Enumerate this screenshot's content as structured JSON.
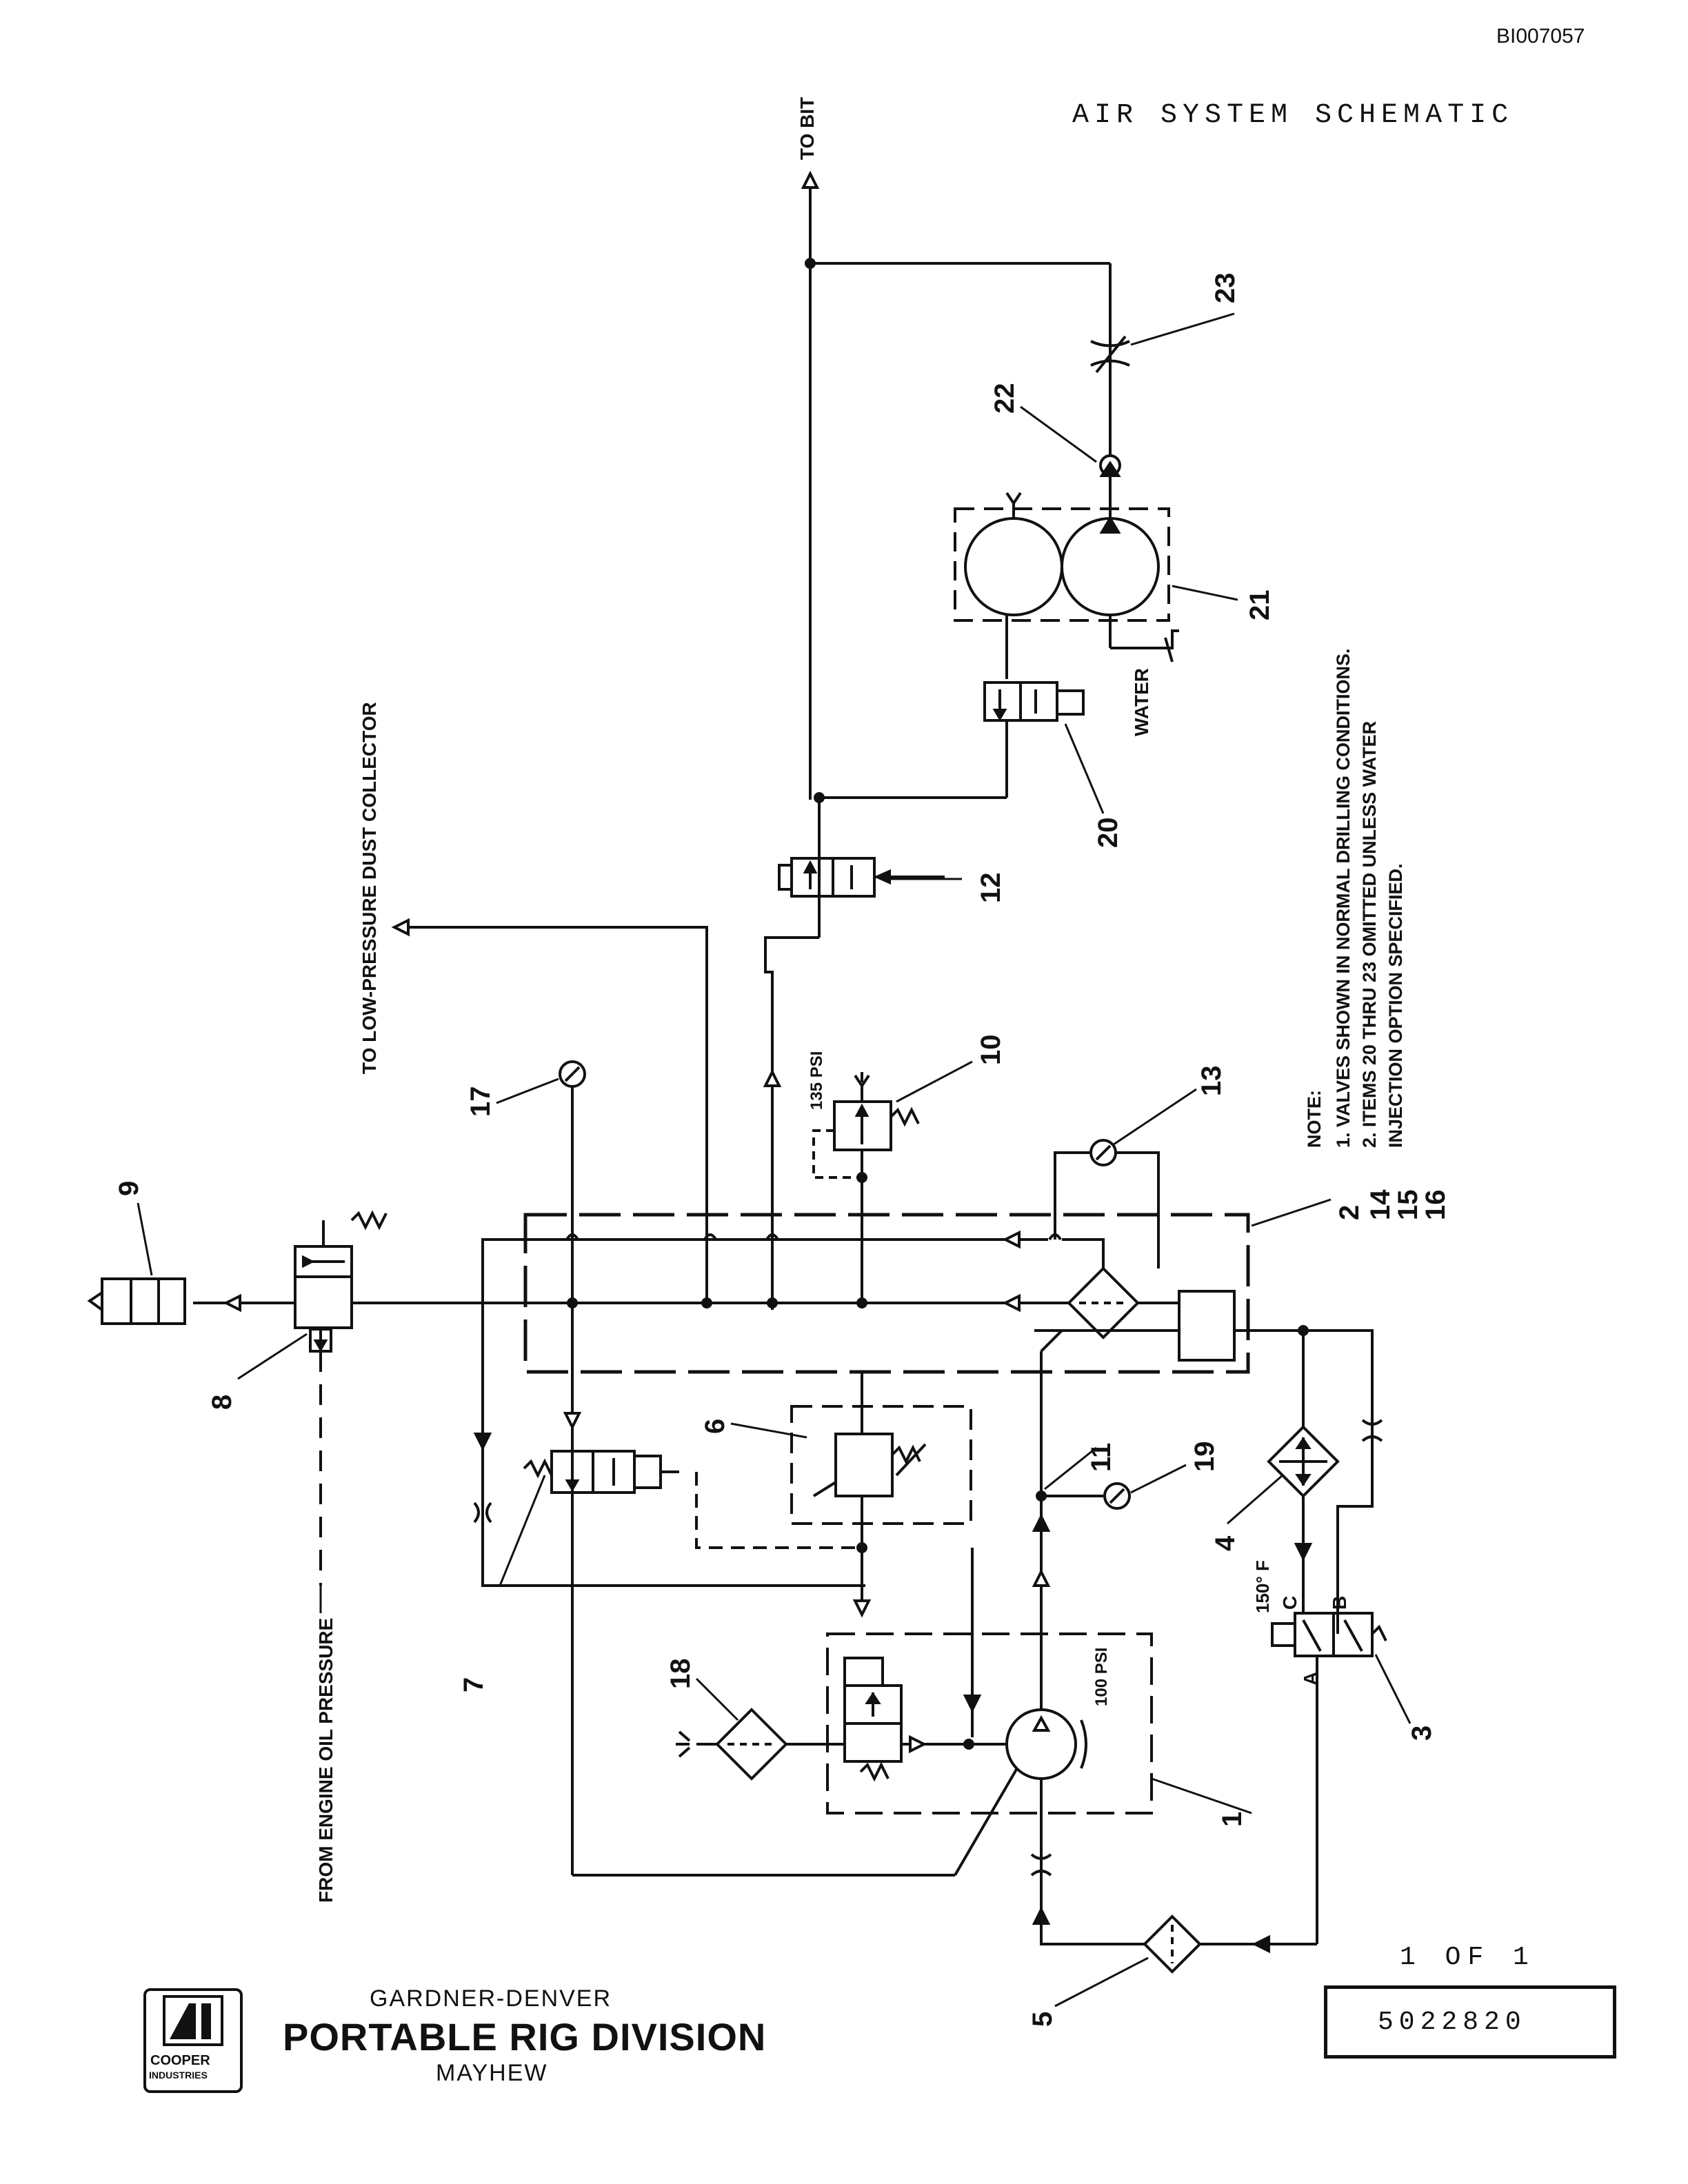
{
  "header": {
    "doc_id": "BI007057",
    "title": "AIR SYSTEM SCHEMATIC"
  },
  "flow_labels": {
    "to_bit": "TO BIT",
    "to_dust_collector": "TO LOW-PRESSURE DUST COLLECTOR",
    "from_engine_oil": "FROM ENGINE OIL PRESSURE",
    "water": "WATER",
    "psi_135": "135 PSI",
    "psi_100": "100 PSI",
    "temp_150": "150° F",
    "port_a": "A",
    "port_b": "B",
    "port_c": "C"
  },
  "callouts": [
    "1",
    "2",
    "3",
    "4",
    "5",
    "6",
    "7",
    "8",
    "9",
    "10",
    "11",
    "12",
    "13",
    "14",
    "15",
    "16",
    "17",
    "18",
    "19",
    "20",
    "21",
    "22",
    "23"
  ],
  "notes": {
    "heading": "NOTE:",
    "line1": "1.  VALVES SHOWN IN NORMAL DRILLING CONDITIONS.",
    "line2": "2.  ITEMS 20 THRU 23 OMITTED UNLESS WATER",
    "line3": "INJECTION OPTION SPECIFIED."
  },
  "title_block": {
    "sheet": "1 OF 1",
    "drawing_number": "5022820",
    "company_line1": "GARDNER-DENVER",
    "company_line2": "PORTABLE RIG DIVISION",
    "company_line3": "MAYHEW",
    "logo_text1": "COOPER",
    "logo_text2": "INDUSTRIES"
  }
}
